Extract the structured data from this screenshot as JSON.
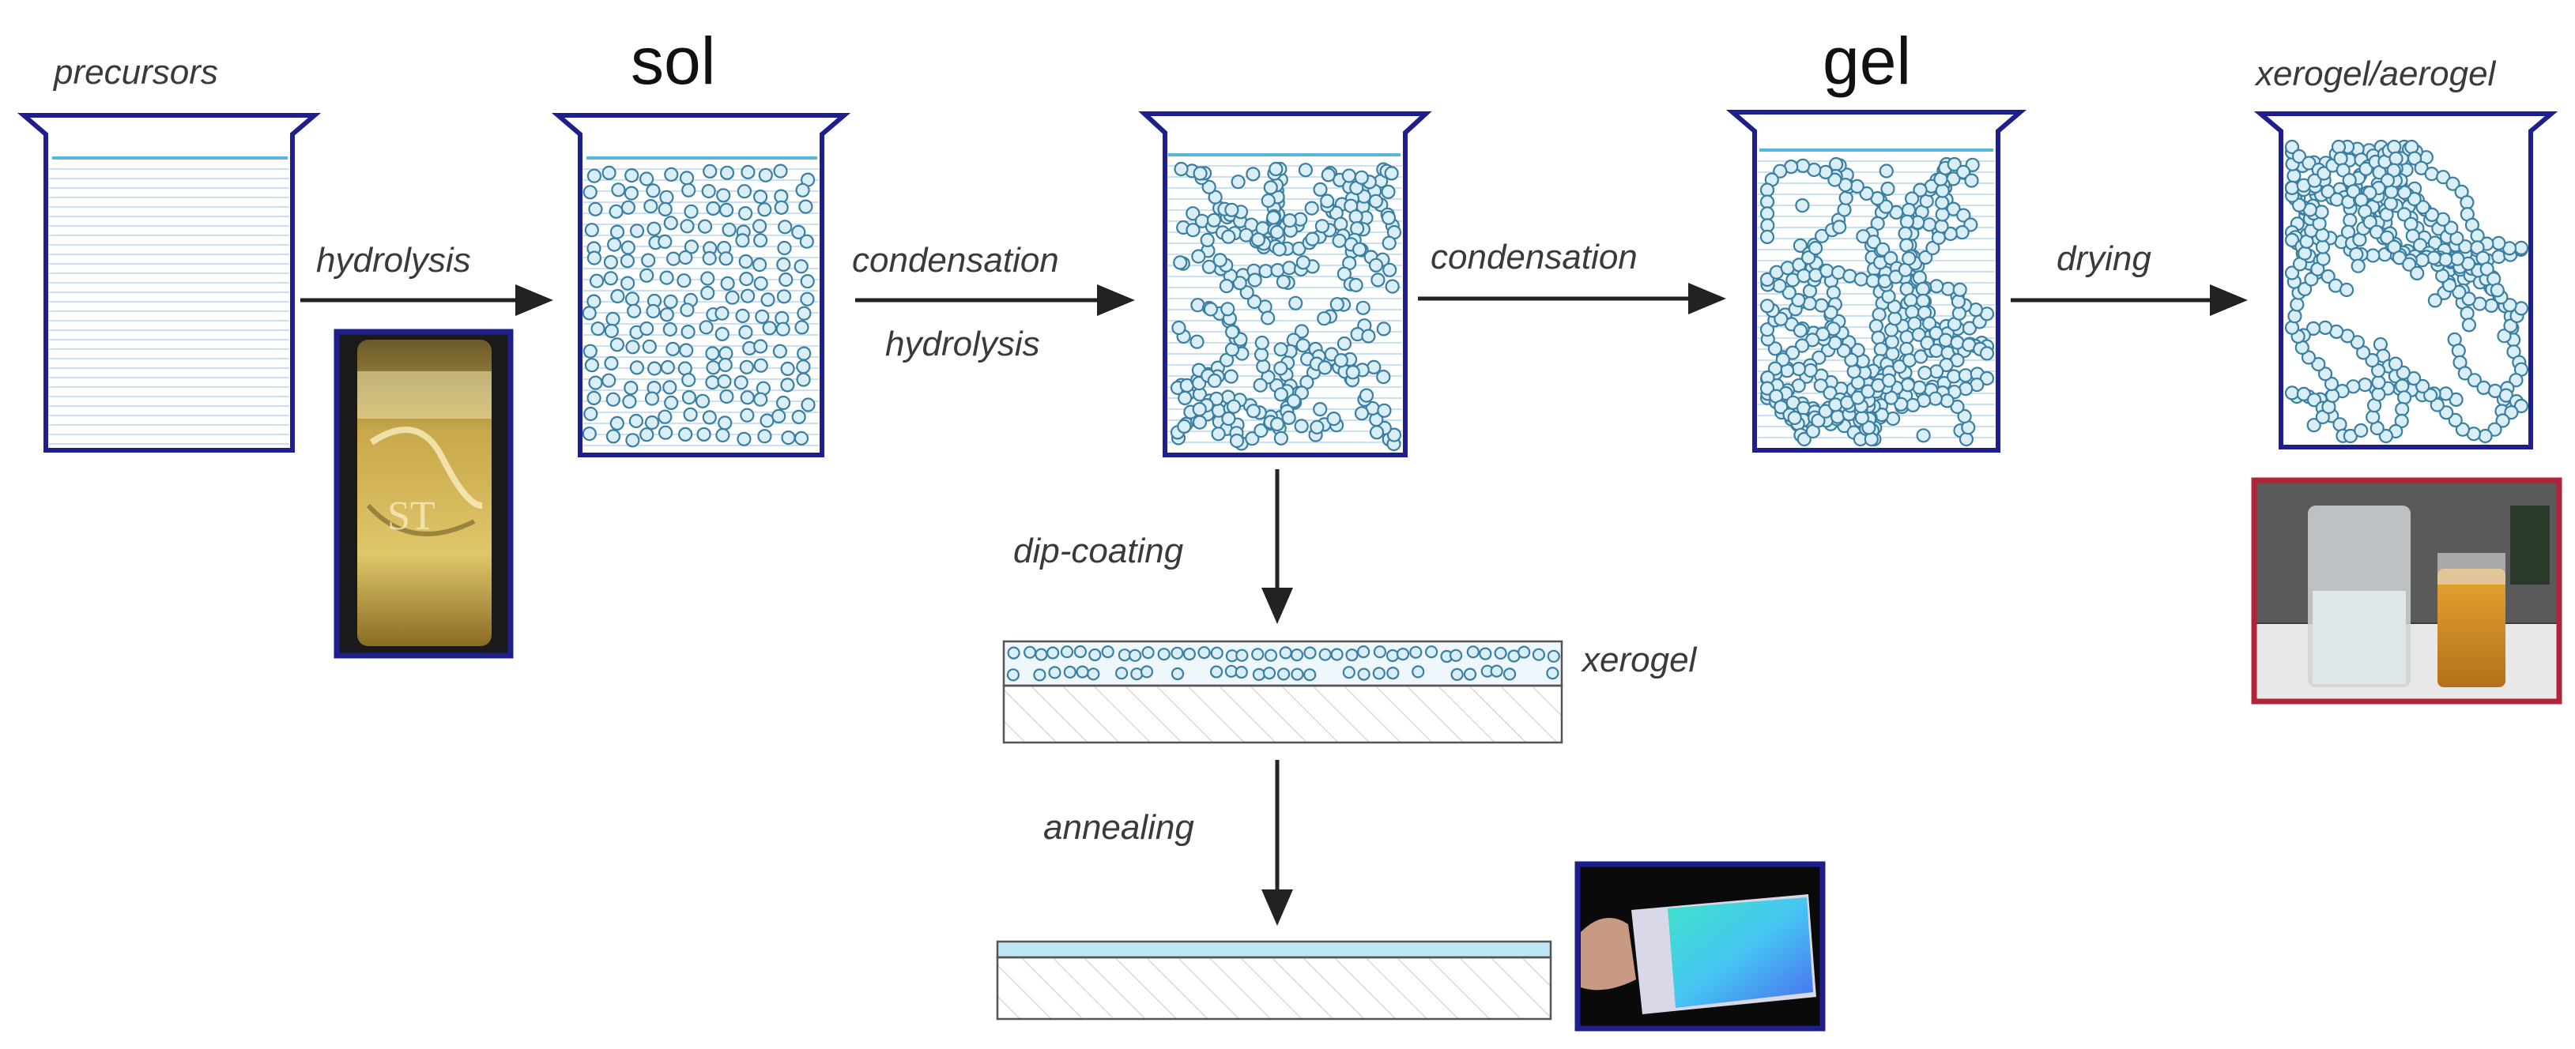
{
  "labels": {
    "precursors": "precursors",
    "sol": "sol",
    "gel": "gel",
    "xerogel_aerogel": "xerogel/aerogel",
    "hydrolysis_1": "hydrolysis",
    "condensation_1": "condensation",
    "hydrolysis_2": "hydrolysis",
    "condensation_2": "condensation",
    "drying": "drying",
    "dip_coating": "dip-coating",
    "xerogel": "xerogel",
    "annealing": "annealing"
  },
  "colors": {
    "beaker": "#1e1e8c",
    "liquid_surface": "#56b8e0",
    "liquid_lines": "#b9d6f2",
    "particle_fill": "#d9eef7",
    "particle_stroke": "#3b7fa0",
    "photo_frame_blue": "#1e1e8c",
    "photo_frame_red": "#b0243a",
    "film": "#bfe6f5"
  },
  "photos": [
    {
      "name": "precursor-solution-photo",
      "frame": "blue"
    },
    {
      "name": "xerogel-aerogel-photo",
      "frame": "red"
    },
    {
      "name": "annealed-film-photo",
      "frame": "blue"
    }
  ]
}
